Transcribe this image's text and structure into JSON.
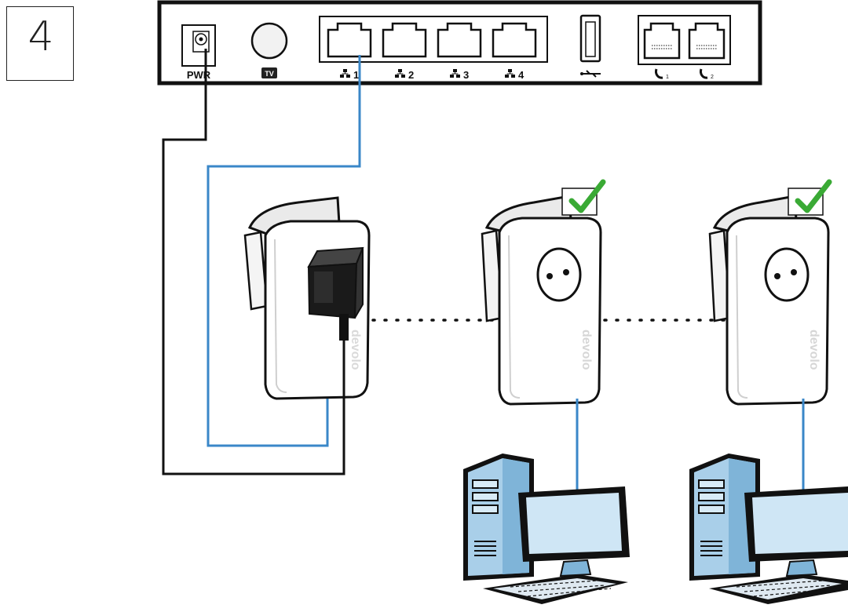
{
  "step_number": "4",
  "router": {
    "ports": [
      {
        "label": "PWR",
        "kind": "power"
      },
      {
        "label": "TV",
        "kind": "tv"
      },
      {
        "label": "1",
        "kind": "lan"
      },
      {
        "label": "2",
        "kind": "lan"
      },
      {
        "label": "3",
        "kind": "lan"
      },
      {
        "label": "4",
        "kind": "lan"
      },
      {
        "label": "",
        "kind": "usb"
      },
      {
        "label": "1",
        "kind": "phone"
      },
      {
        "label": "2",
        "kind": "phone"
      }
    ]
  },
  "adapters": [
    {
      "role": "power-adapter-plugged",
      "status": "",
      "brand": "devolo"
    },
    {
      "role": "remote-adapter-1",
      "status": "checked",
      "brand": "devolo"
    },
    {
      "role": "remote-adapter-2",
      "status": "checked",
      "brand": "devolo"
    }
  ],
  "colors": {
    "lan_cable": "#3a87c8",
    "power_cable": "#111111",
    "checkmark": "#3aaa35",
    "monitor_screen": "#cfe6f5",
    "tower_body": "#a9cfe9"
  },
  "icons": [
    "network-icon",
    "usb-icon",
    "phone-icon",
    "checkmark-icon",
    "computer-icon"
  ]
}
